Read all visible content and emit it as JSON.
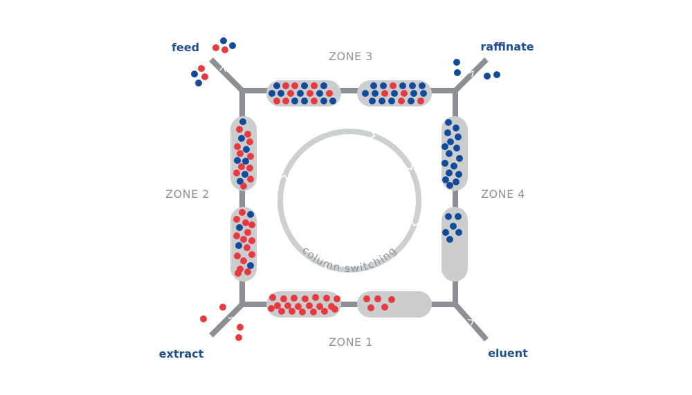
{
  "colors": {
    "pipe": "#8c9094",
    "column": "#cbcdcf",
    "ring": "#cdd0d2",
    "red_component": "#e63a40",
    "blue_component": "#124b99",
    "label_gray": "#8f9294",
    "label_blue": "#1f4f8f"
  },
  "zones": {
    "zone1": "ZONE 1",
    "zone2": "ZONE 2",
    "zone3": "ZONE 3",
    "zone4": "ZONE 4"
  },
  "ports": {
    "feed": "feed",
    "raffinate": "raffinate",
    "extract": "extract",
    "eluent": "eluent"
  },
  "center_label": "column switching"
}
